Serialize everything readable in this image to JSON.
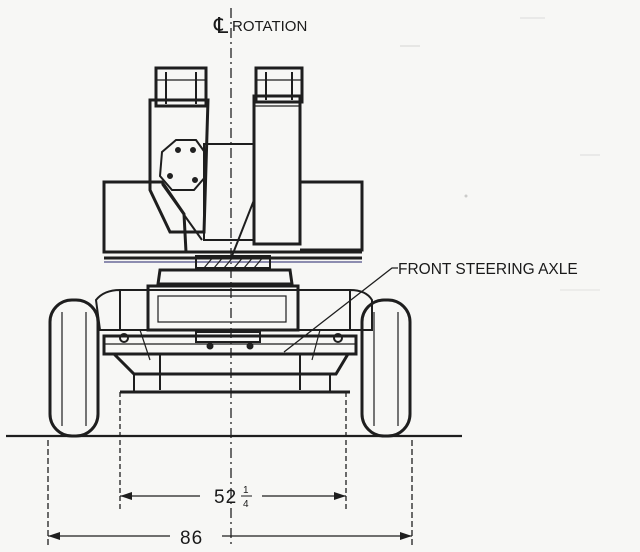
{
  "labels": {
    "rotation_symbol": "℄",
    "rotation": "ROTATION",
    "front_steering_axle": "FRONT STEERING AXLE"
  },
  "dimensions": {
    "inner_whole": "52",
    "inner_num": "1",
    "inner_den": "4",
    "overall": "86"
  }
}
